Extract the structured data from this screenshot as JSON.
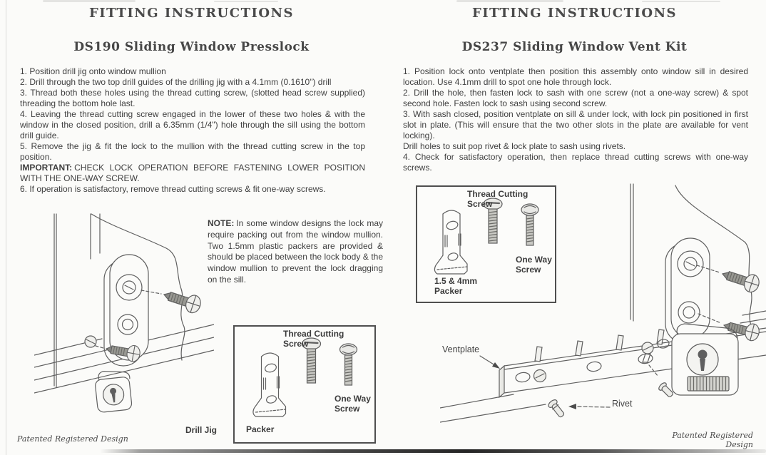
{
  "colors": {
    "ink": "#3f3f3f",
    "line_art": "#5f5f5f",
    "paper": "#fbfbf9"
  },
  "left": {
    "header": "FITTING INSTRUCTIONS",
    "title": "DS190 Sliding Window Presslock",
    "steps": [
      "1. Position drill jig onto window mullion",
      "2. Drill through the two top drill guides of the drilling jig with a 4.1mm (0.1610\") drill",
      "3. Thread both these holes using the thread cutting screw, (slotted head screw supplied) threading the bottom hole last.",
      "4. Leaving the thread cutting screw engaged in the lower of these two holes & with the window in the closed position, drill a 6.35mm (1/4\") hole through the sill using the bottom drill guide.",
      "5. Remove the jig & fit the lock to the mullion with the thread cutting screw in the top position."
    ],
    "important": {
      "label": "IMPORTANT:",
      "body": "CHECK LOCK OPERATION BEFORE FASTENING LOWER POSITION WITH THE ONE-WAY SCREW."
    },
    "step6": "6. If operation is satisfactory, remove thread cutting screws & fit one-way screws.",
    "note": {
      "label": "NOTE:",
      "body": "In some window designs the lock may require packing out from the window mullion. Two 1.5mm plastic packers are provided & should be placed between the lock body & the window mullion to prevent the lock dragging on the sill."
    },
    "parts_box": {
      "thread_cutting_screw": "Thread Cutting Screw",
      "one_way_screw": "One Way Screw",
      "packer": "Packer"
    },
    "drill_jig_label": "Drill Jig",
    "footer": "Patented Registered Design"
  },
  "right": {
    "header": "FITTING INSTRUCTIONS",
    "title": "DS237 Sliding Window Vent Kit",
    "steps": [
      "1. Position lock onto ventplate then position this assembly onto window sill in desired location. Use 4.1mm drill to spot one hole through lock.",
      "2. Drill the hole, then fasten lock to sash with one screw (not a one-way screw) & spot second hole. Fasten lock to sash using second screw.",
      "3. With sash closed, position ventplate on sill & under lock, with lock pin positioned in first slot in plate. (This will ensure that the two other slots in the plate are available for vent locking).",
      "Drill holes to suit pop rivet & lock plate to sash using rivets.",
      "4. Check for satisfactory operation, then replace thread cutting screws with one-way screws."
    ],
    "parts_box": {
      "thread_cutting_screw": "Thread Cutting Screw",
      "one_way_screw": "One Way Screw",
      "packer": "1.5 & 4mm Packer"
    },
    "diagram_labels": {
      "ventplate": "Ventplate",
      "rivet": "Rivet"
    },
    "footer": "Patented Registered Design"
  }
}
